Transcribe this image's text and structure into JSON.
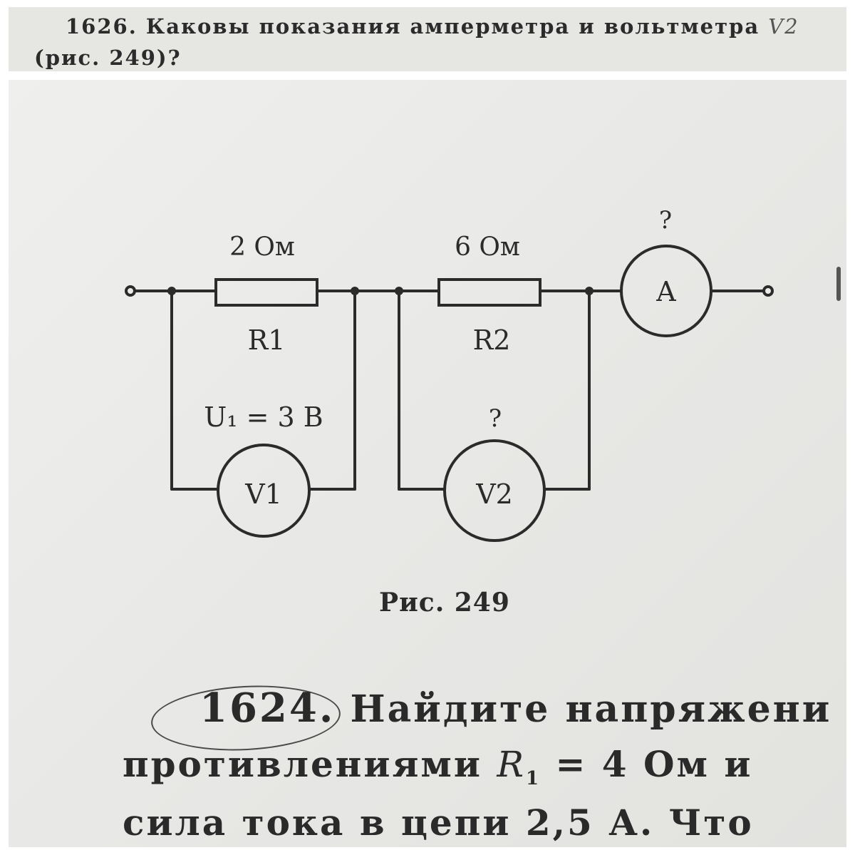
{
  "problem_1626": {
    "number": "1626",
    "text_line1": ". Каковы показания амперметра и вольтметра ",
    "meter_ref": "V2",
    "text_line2": "(рис. 249)?"
  },
  "figure": {
    "r1_value": "2 Ом",
    "r1_label": "R1",
    "r2_value": "6 Ом",
    "r2_label": "R2",
    "u1_label": "U₁ = 3 В",
    "v1_label": "V1",
    "v2_question": "?",
    "v2_label": "V2",
    "ammeter_question": "?",
    "ammeter_label": "A",
    "caption": "Рис. 249"
  },
  "problem_1624": {
    "number": "1624.",
    "line1": "Найдите напряжени",
    "line2_a": "противлениями ",
    "line2_var": "R",
    "line2_sub": "1",
    "line2_b": " = 4 Ом и",
    "line3": "сила тока в цепи 2,5 А. Что"
  },
  "colors": {
    "ink": "#2b2b2b",
    "paper": "#ebebe9",
    "strip": "#e6e6e3"
  }
}
